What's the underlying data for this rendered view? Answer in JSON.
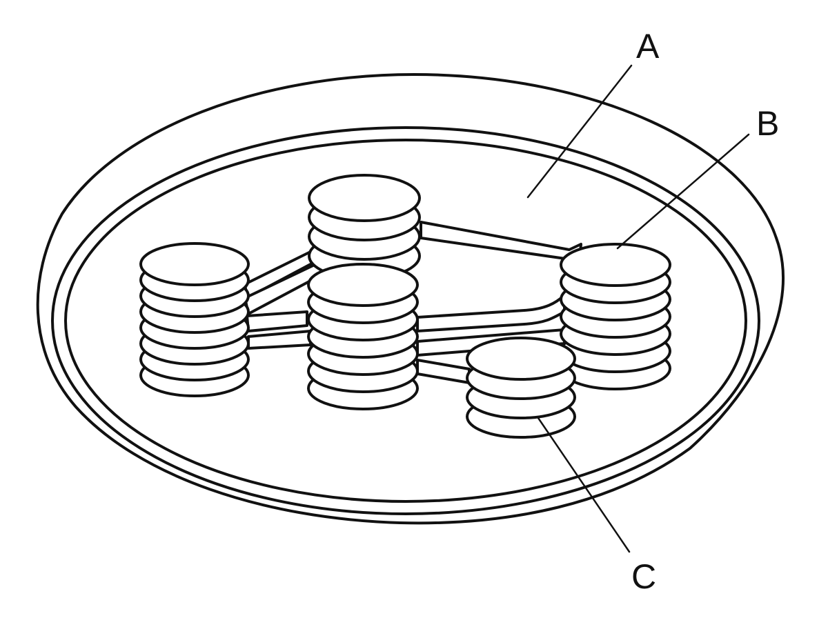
{
  "diagram": {
    "labels": [
      {
        "id": "A",
        "text": "A"
      },
      {
        "id": "B",
        "text": "B"
      },
      {
        "id": "C",
        "text": "C"
      }
    ],
    "stroke_color": "#111111",
    "background_color": "#ffffff"
  }
}
